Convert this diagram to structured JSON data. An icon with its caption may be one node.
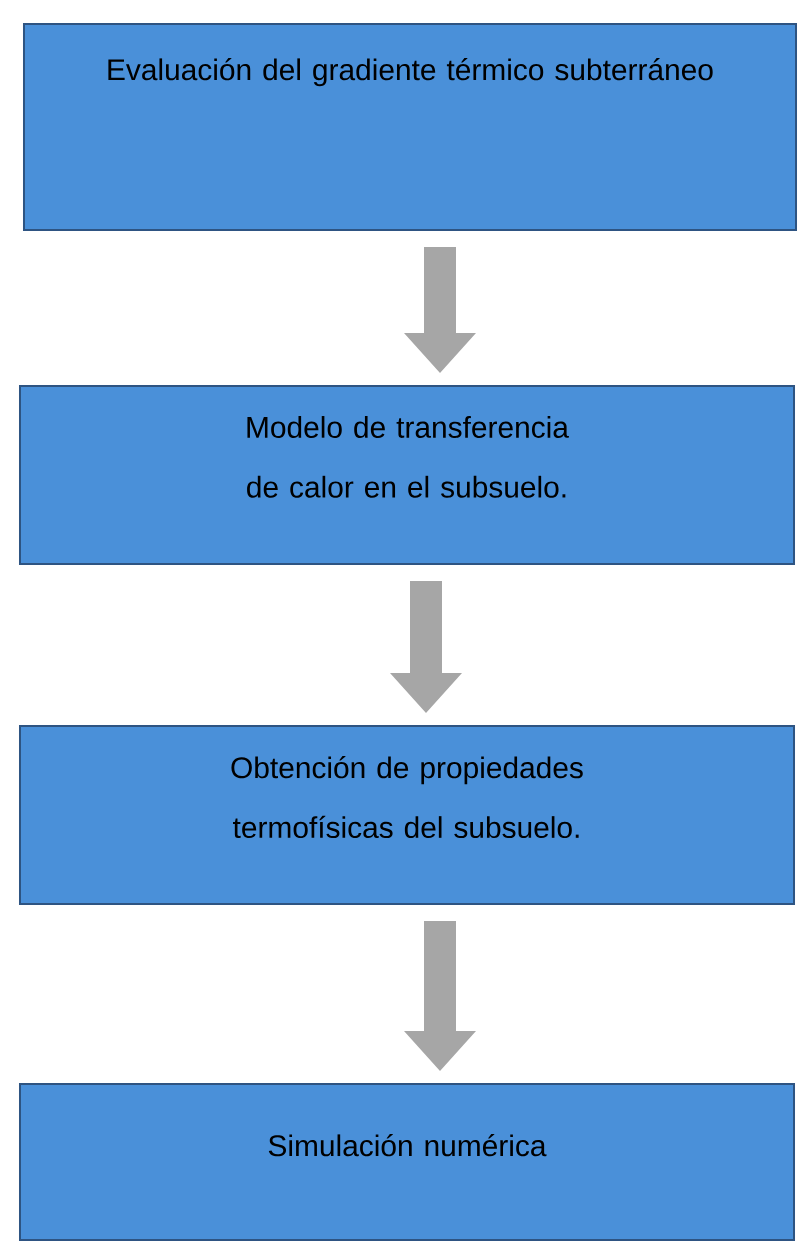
{
  "diagram": {
    "nodes": [
      {
        "text": [
          "Evaluación del gradiente térmico subterráneo"
        ]
      },
      {
        "text": [
          "Modelo de transferencia de calor en el subsuelo."
        ]
      },
      {
        "text": [
          "Obtención de propiedades termofísicas del subsuelo."
        ]
      },
      {
        "text": [
          "Simulación numérica"
        ]
      }
    ],
    "edges": [
      {
        "from": 0,
        "to": 1,
        "arrow": "to"
      },
      {
        "from": 1,
        "to": 2,
        "arrow": "to"
      },
      {
        "from": 2,
        "to": 3,
        "arrow": "to"
      }
    ]
  }
}
